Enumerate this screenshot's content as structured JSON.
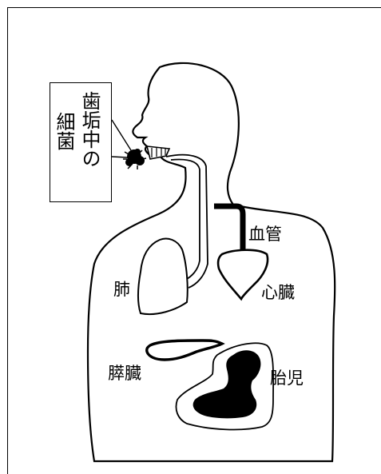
{
  "caption": {
    "col1": "歯垢中の",
    "col2": "細菌"
  },
  "labels": {
    "blood_vessel": "血管",
    "heart": "心臓",
    "lung": "肺",
    "pancreas": "膵臓",
    "fetus": "胎児"
  },
  "colors": {
    "line": "#000000",
    "fill_dark": "#000000",
    "background": "#ffffff"
  }
}
